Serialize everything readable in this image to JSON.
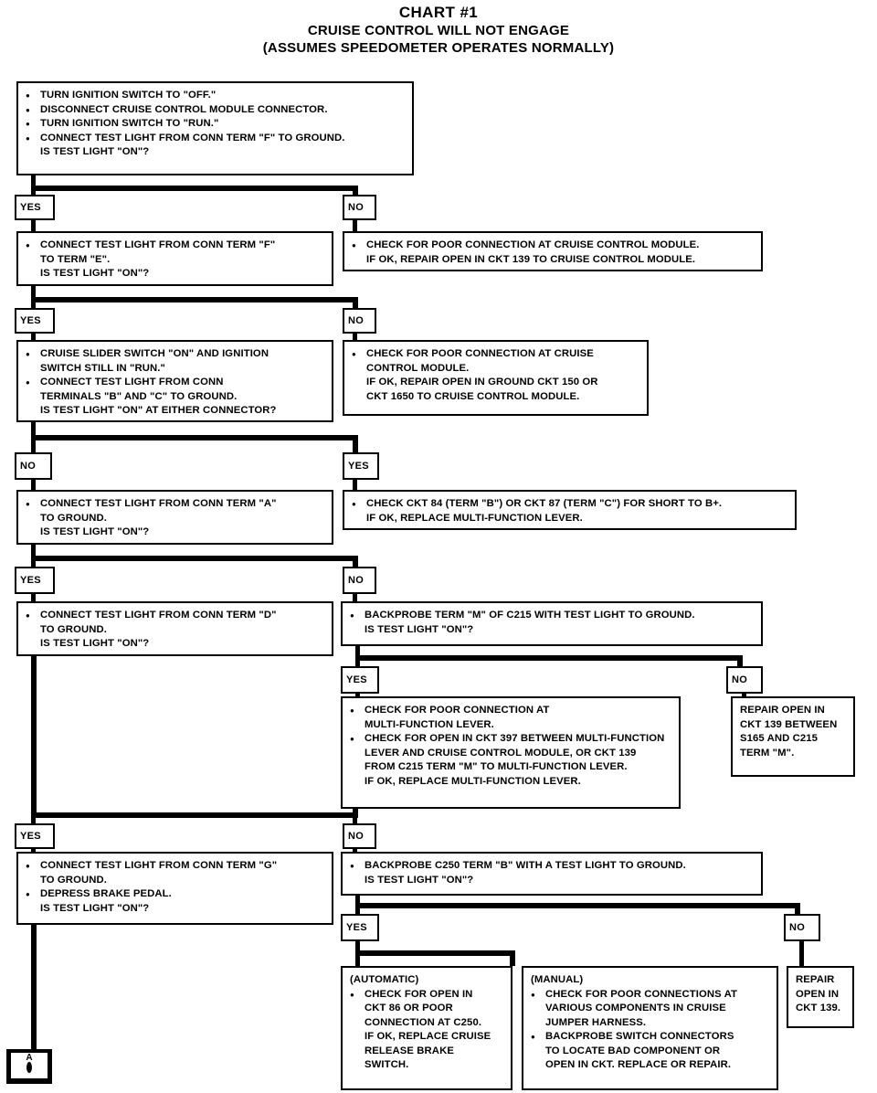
{
  "title": {
    "line1": "CHART #1",
    "line2": "CRUISE CONTROL WILL NOT ENGAGE",
    "line3": "(ASSUMES SPEEDOMETER OPERATES NORMALLY)"
  },
  "labels": {
    "yes": "YES",
    "no": "NO",
    "connector_a": "A"
  },
  "nodes": {
    "step1": {
      "items": [
        "TURN IGNITION SWITCH TO \"OFF.\"",
        "DISCONNECT CRUISE CONTROL MODULE CONNECTOR.",
        "TURN IGNITION SWITCH TO \"RUN.\"",
        "CONNECT TEST LIGHT FROM CONN TERM \"F\" TO GROUND.\nIS TEST LIGHT \"ON\"?"
      ]
    },
    "step1_no": {
      "items": [
        "CHECK FOR POOR CONNECTION AT CRUISE CONTROL MODULE.\nIF OK, REPAIR OPEN IN CKT 139 TO CRUISE CONTROL MODULE."
      ]
    },
    "step2": {
      "items": [
        "CONNECT TEST LIGHT FROM CONN TERM \"F\"\nTO TERM \"E\".\nIS TEST LIGHT \"ON\"?"
      ]
    },
    "step2_no": {
      "items": [
        "CHECK FOR POOR CONNECTION AT CRUISE\nCONTROL MODULE.\nIF OK, REPAIR OPEN IN GROUND CKT 150 OR\nCKT 1650 TO CRUISE CONTROL MODULE."
      ]
    },
    "step3": {
      "items": [
        "CRUISE SLIDER SWITCH \"ON\" AND IGNITION\nSWITCH STILL IN \"RUN.\"",
        "CONNECT TEST LIGHT FROM CONN\nTERMINALS \"B\" AND \"C\" TO GROUND.\nIS TEST LIGHT \"ON\" AT EITHER CONNECTOR?"
      ]
    },
    "step3_yes": {
      "items": [
        "CHECK CKT 84 (TERM \"B\") OR CKT 87 (TERM \"C\") FOR SHORT TO B+.\nIF OK, REPLACE MULTI-FUNCTION LEVER."
      ]
    },
    "step4": {
      "items": [
        "CONNECT TEST LIGHT FROM CONN TERM \"A\"\nTO GROUND.\nIS TEST LIGHT \"ON\"?"
      ]
    },
    "step5": {
      "items": [
        "CONNECT TEST LIGHT FROM CONN TERM \"D\"\nTO GROUND.\nIS TEST LIGHT \"ON\"?"
      ]
    },
    "step5_no": {
      "items": [
        "BACKPROBE TERM \"M\" OF C215 WITH TEST LIGHT TO GROUND.\nIS TEST LIGHT \"ON\"?"
      ]
    },
    "step6_yes": {
      "items": [
        "CHECK FOR POOR CONNECTION AT\nMULTI-FUNCTION LEVER.",
        "CHECK FOR OPEN IN CKT 397 BETWEEN MULTI-FUNCTION\nLEVER AND CRUISE CONTROL MODULE, OR CKT 139\nFROM C215 TERM \"M\" TO MULTI-FUNCTION LEVER.\nIF OK, REPLACE MULTI-FUNCTION LEVER."
      ]
    },
    "step6_no": {
      "text": "REPAIR OPEN IN\nCKT 139 BETWEEN\nS165 AND C215\nTERM \"M\"."
    },
    "step7": {
      "items": [
        "CONNECT TEST LIGHT FROM CONN TERM \"G\"\nTO GROUND.",
        "DEPRESS BRAKE PEDAL.\nIS TEST LIGHT \"ON\"?"
      ]
    },
    "step7_no": {
      "items": [
        "BACKPROBE C250 TERM \"B\" WITH A TEST LIGHT TO GROUND.\nIS TEST LIGHT \"ON\"?"
      ]
    },
    "automatic": {
      "heading": "(AUTOMATIC)",
      "items": [
        "CHECK FOR OPEN IN\nCKT 86 OR POOR\nCONNECTION AT C250.\nIF OK, REPLACE CRUISE\nRELEASE BRAKE\nSWITCH."
      ]
    },
    "manual": {
      "heading": "(MANUAL)",
      "items": [
        "CHECK FOR POOR CONNECTIONS AT\nVARIOUS COMPONENTS IN CRUISE\nJUMPER HARNESS.",
        "BACKPROBE SWITCH CONNECTORS\nTO LOCATE BAD COMPONENT OR\nOPEN IN CKT.  REPLACE OR REPAIR."
      ]
    },
    "step8_no": {
      "text": "REPAIR\nOPEN IN\nCKT 139."
    }
  }
}
